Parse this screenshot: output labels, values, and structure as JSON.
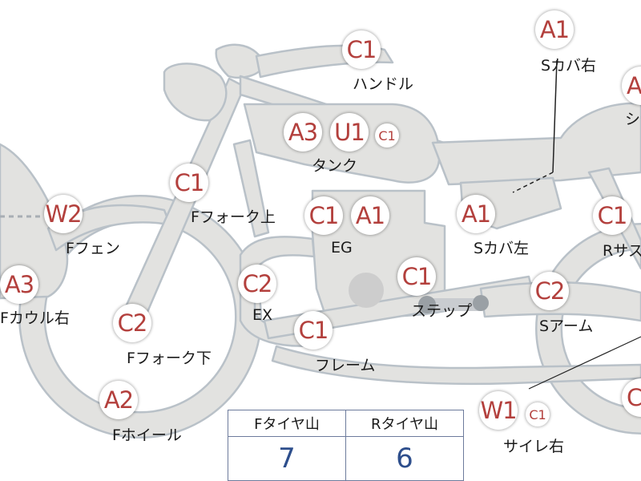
{
  "parts": [
    {
      "id": "handle",
      "grade": "C1",
      "extra": "",
      "label": "ハンドル"
    },
    {
      "id": "tank",
      "grade": "A3",
      "extra": "U1",
      "extra_small": "C1",
      "label": "タンク"
    },
    {
      "id": "fork-upper",
      "grade": "C1",
      "label": "Fフォーク上"
    },
    {
      "id": "front-fender",
      "grade": "W2",
      "label": "Fフェン"
    },
    {
      "id": "front-cowl-right",
      "grade": "A3",
      "label": "Fカウル右"
    },
    {
      "id": "fork-lower",
      "grade": "C2",
      "label": "Fフォーク下"
    },
    {
      "id": "front-wheel",
      "grade": "A2",
      "label": "Fホイール"
    },
    {
      "id": "engine",
      "grade": "C1",
      "grade2": "A1",
      "label": "EG"
    },
    {
      "id": "exhaust",
      "grade": "C2",
      "label": "EX"
    },
    {
      "id": "frame",
      "grade": "C1",
      "label": "フレーム"
    },
    {
      "id": "step",
      "grade": "C1",
      "label": "ステップ"
    },
    {
      "id": "side-cover-left",
      "grade": "A1",
      "label": "Sカバ左"
    },
    {
      "id": "side-cover-right",
      "grade": "A1",
      "label": "Sカバ右"
    },
    {
      "id": "seat",
      "grade": "A",
      "label": "シ"
    },
    {
      "id": "rear-suspension",
      "grade": "C1",
      "label": "Rサス"
    },
    {
      "id": "swing-arm",
      "grade": "C2",
      "label": "Sアーム"
    },
    {
      "id": "silencer-right",
      "grade": "W1",
      "extra_small": "C1",
      "label": "サイレ右"
    },
    {
      "id": "rear-edge",
      "grade": "C"
    }
  ],
  "tire_table": {
    "headers": [
      "Fタイヤ山",
      "Rタイヤ山"
    ],
    "values": [
      "7",
      "6"
    ]
  },
  "colors": {
    "grade_text": "#b3403d",
    "bike_fill": "#e2e2e0",
    "bike_stroke": "#b9c1c8",
    "tire_value": "#2d4e8c"
  }
}
